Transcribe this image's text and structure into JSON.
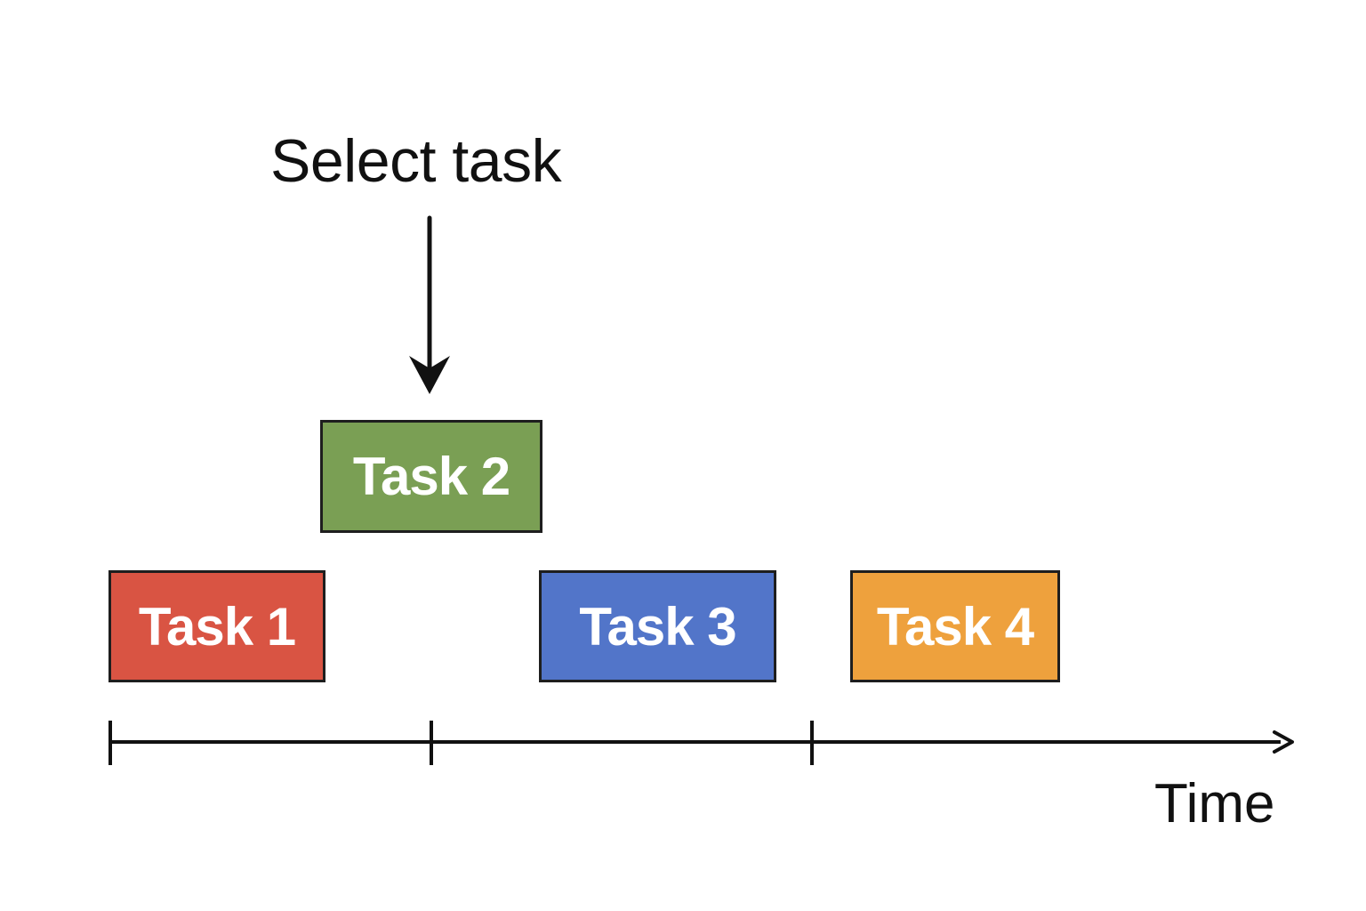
{
  "caption": "Select task",
  "axis_label": "Time",
  "tasks": [
    {
      "label": "Task 1",
      "color": "#d95443"
    },
    {
      "label": "Task 2",
      "color": "#7a9f54"
    },
    {
      "label": "Task 3",
      "color": "#5275c9"
    },
    {
      "label": "Task 4",
      "color": "#eea13d"
    }
  ],
  "colors": {
    "stroke": "#111111",
    "border": "#1e1e1e"
  },
  "icons": {
    "pointer": "arrow-down-icon",
    "axis_end": "arrow-right-icon"
  }
}
